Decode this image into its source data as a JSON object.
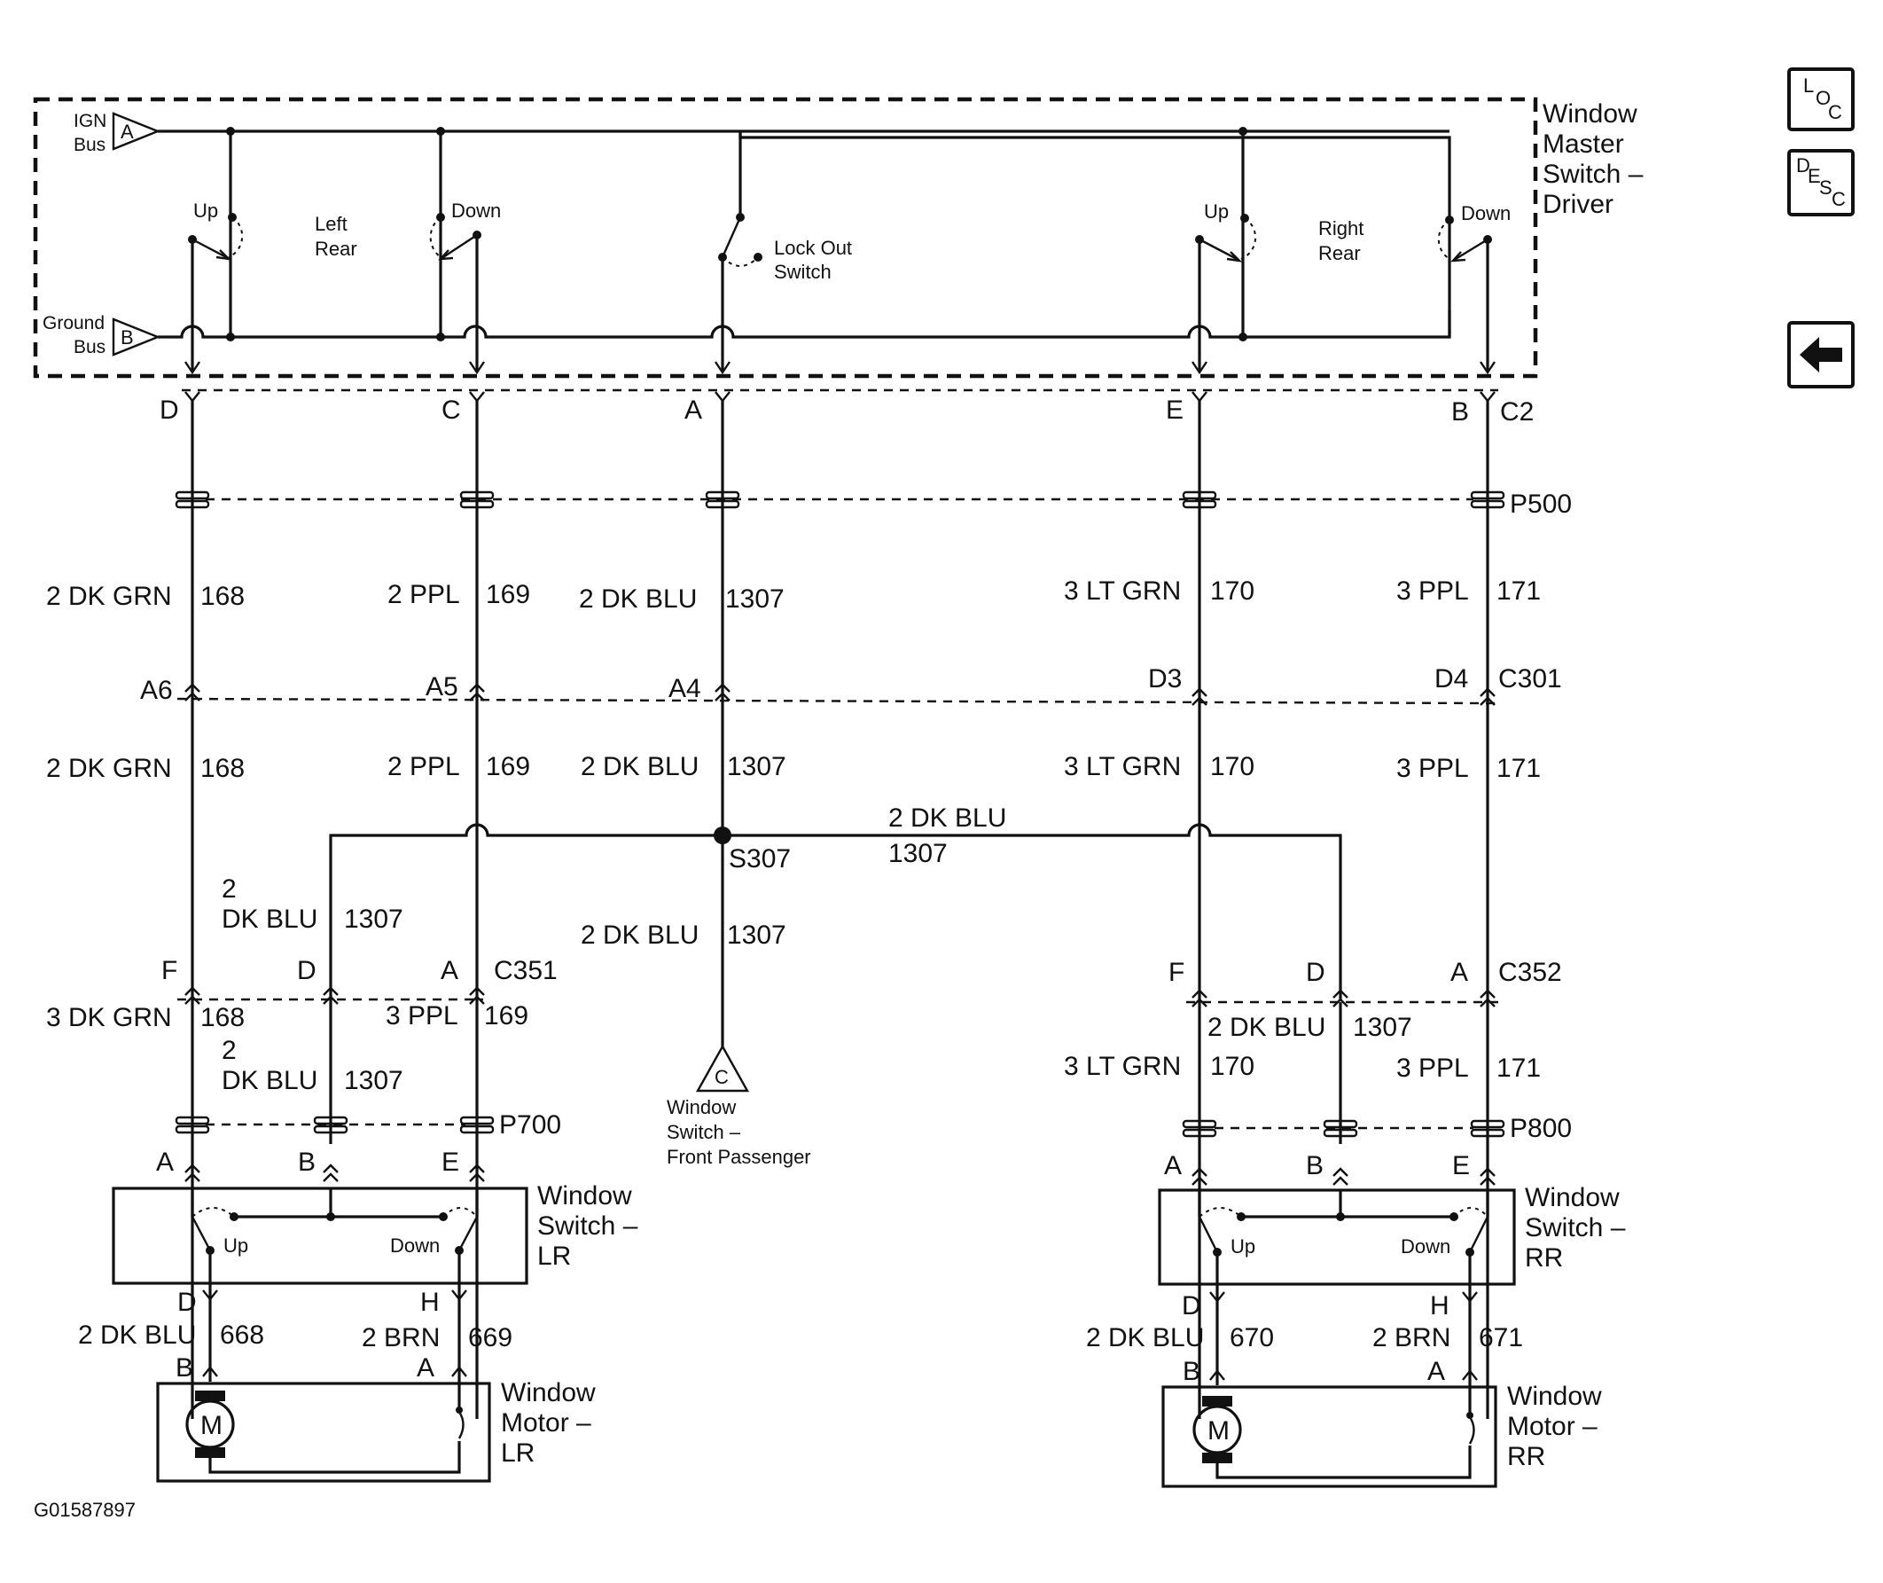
{
  "master_switch": {
    "title_lines": [
      "Window",
      "Master",
      "Switch –",
      "Driver"
    ],
    "ign_bus": [
      "IGN",
      "Bus"
    ],
    "ign_pin": "A",
    "ground_bus": [
      "Ground",
      "Bus"
    ],
    "ground_pin": "B",
    "left_rear": [
      "Left",
      "Rear"
    ],
    "right_rear": [
      "Right",
      "Rear"
    ],
    "up": "Up",
    "down": "Down",
    "lock_out": [
      "Lock Out",
      "Switch"
    ]
  },
  "pins_top": [
    "D",
    "C",
    "A",
    "E",
    "B"
  ],
  "connector_c2": "C2",
  "p500": "P500",
  "wires_upper": [
    {
      "gauge_color": "2 DK GRN",
      "circuit": "168"
    },
    {
      "gauge_color": "2 PPL",
      "circuit": "169"
    },
    {
      "gauge_color": "2 DK BLU",
      "circuit": "1307"
    },
    {
      "gauge_color": "3 LT GRN",
      "circuit": "170"
    },
    {
      "gauge_color": "3 PPL",
      "circuit": "171"
    }
  ],
  "c301_pins": [
    "A6",
    "A5",
    "A4",
    "D3",
    "D4"
  ],
  "connector_c301": "C301",
  "wires_middle": [
    {
      "gauge_color": "2 DK GRN",
      "circuit": "168"
    },
    {
      "gauge_color": "2 PPL",
      "circuit": "169"
    },
    {
      "gauge_color": "2 DK BLU",
      "circuit": "1307"
    },
    {
      "gauge_color": "3 LT GRN",
      "circuit": "170"
    },
    {
      "gauge_color": "3 PPL",
      "circuit": "171"
    }
  ],
  "splice": {
    "name": "S307",
    "wire_color": "2 DK BLU",
    "wire_circuit": "1307"
  },
  "left_branch": {
    "gauge": "2",
    "color": "DK BLU",
    "circuit": "1307"
  },
  "center_drop": {
    "gauge_color": "2 DK BLU",
    "circuit": "1307"
  },
  "passenger_ref": {
    "pin": "C",
    "label": [
      "Window",
      "Switch –",
      "Front Passenger"
    ]
  },
  "lr": {
    "c351_pins": [
      "F",
      "D",
      "A"
    ],
    "connector": "C351",
    "w1": {
      "gauge_color": "3 DK GRN",
      "circuit": "168"
    },
    "w2": {
      "gauge": "2",
      "color": "DK BLU",
      "circuit": "1307"
    },
    "w3": {
      "gauge_color": "3 PPL",
      "circuit": "169"
    },
    "p700": "P700",
    "switch_pins": [
      "A",
      "B",
      "E"
    ],
    "switch_label": [
      "Window",
      "Switch –",
      "LR"
    ],
    "up": "Up",
    "down": "Down",
    "out_pins": [
      "D",
      "H"
    ],
    "m1": {
      "gauge_color": "2 DK BLU",
      "circuit": "668"
    },
    "m2": {
      "gauge_color": "2 BRN",
      "circuit": "669"
    },
    "motor_pins": [
      "B",
      "A"
    ],
    "motor_symbol": "M",
    "motor_label": [
      "Window",
      "Motor –",
      "LR"
    ]
  },
  "rr": {
    "c352_pins": [
      "F",
      "D",
      "A"
    ],
    "connector": "C352",
    "w1": {
      "gauge_color": "3 LT GRN",
      "circuit": "170"
    },
    "w2": {
      "gauge_color": "2 DK BLU",
      "circuit": "1307"
    },
    "w3": {
      "gauge_color": "3 PPL",
      "circuit": "171"
    },
    "p800": "P800",
    "switch_pins": [
      "A",
      "B",
      "E"
    ],
    "switch_label": [
      "Window",
      "Switch –",
      "RR"
    ],
    "up": "Up",
    "down": "Down",
    "out_pins": [
      "D",
      "H"
    ],
    "m1": {
      "gauge_color": "2 DK BLU",
      "circuit": "670"
    },
    "m2": {
      "gauge_color": "2 BRN",
      "circuit": "671"
    },
    "motor_pins": [
      "B",
      "A"
    ],
    "motor_symbol": "M",
    "motor_label": [
      "Window",
      "Motor –",
      "RR"
    ]
  },
  "figure_id": "G01587897",
  "nav": {
    "loc": [
      "L",
      "O",
      "C"
    ],
    "desc": [
      "D",
      "E",
      "S",
      "C"
    ],
    "back_icon": "left-arrow-icon"
  }
}
